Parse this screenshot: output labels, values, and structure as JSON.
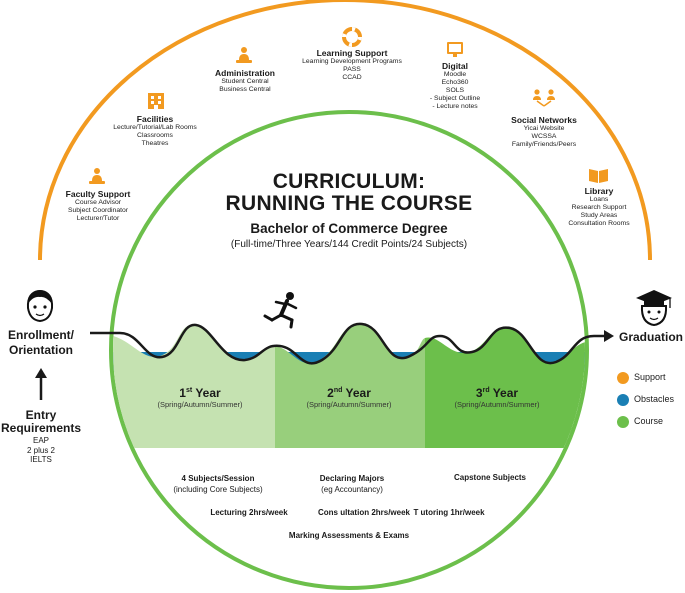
{
  "colors": {
    "support": "#f29a20",
    "obstacles": "#1a7fb4",
    "course": "#6cbf4b",
    "year1": "#c5e2b1",
    "year2": "#98cf7c",
    "year3": "#6cbf4b"
  },
  "title": {
    "line1": "CURRICULUM:",
    "line2": "RUNNING THE COURSE"
  },
  "degree": {
    "name": "Bachelor of Commerce Degree",
    "details": "(Full-time/Three Years/144 Credit Points/24 Subjects)"
  },
  "support": [
    {
      "icon": "person-pin-icon",
      "title": "Faculty Support",
      "lines": [
        "Course Advisor",
        "Subject Coordinator",
        "Lecturer/Tutor"
      ]
    },
    {
      "icon": "building-icon",
      "title": "Facilities",
      "lines": [
        "Lecture/Tutorial/Lab Rooms",
        "Classrooms",
        "Theatres"
      ]
    },
    {
      "icon": "person-pin-icon",
      "title": "Administration",
      "lines": [
        "Student Central",
        "Business Central"
      ]
    },
    {
      "icon": "lifebuoy-icon",
      "title": "Learning Support",
      "lines": [
        "Learning Development Programs",
        "PASS",
        "CCAD"
      ]
    },
    {
      "icon": "monitor-icon",
      "title": "Digital",
      "lines": [
        "Moodle",
        "Echo360",
        "SOLS",
        "- Subject Outline",
        "- Lecture notes"
      ]
    },
    {
      "icon": "people-network-icon",
      "title": "Social Networks",
      "lines": [
        "Yicai Website",
        "WCSSA",
        "Family/Friends/Peers"
      ]
    },
    {
      "icon": "book-icon",
      "title": "Library",
      "lines": [
        "Loans",
        "Research Support",
        "Study Areas",
        "Consultation Rooms"
      ]
    }
  ],
  "entry": {
    "enrollment_l1": "Enrollment/",
    "enrollment_l2": "Orientation",
    "req_l1": "Entry",
    "req_l2": "Requirements",
    "items": [
      "EAP",
      "2 plus 2",
      "IELTS"
    ]
  },
  "graduation": "Graduation",
  "years": [
    {
      "num": "1",
      "sup": "st",
      "word": "Year",
      "sessions": "(Spring/Autumn/Summer)"
    },
    {
      "num": "2",
      "sup": "nd",
      "word": "Year",
      "sessions": "(Spring/Autumn/Summer)"
    },
    {
      "num": "3",
      "sup": "rd",
      "word": "Year",
      "sessions": "(Spring/Autumn/Summer)"
    }
  ],
  "details": {
    "subjects_l1": "4 Subjects/Session",
    "subjects_l2": "(including Core Subjects)",
    "majors_l1": "Declaring Majors",
    "majors_l2": "(eg Accountancy)",
    "capstone": "Capstone Subjects",
    "lecturing": "Lecturing 2hrs/week",
    "consultation": "Cons ultation 2hrs/week",
    "tutoring": "T utoring 1hr/week",
    "marking": "Marking Assessments & Exams"
  },
  "legend": [
    {
      "label": "Support",
      "color": "#f29a20"
    },
    {
      "label": "Obstacles",
      "color": "#1a7fb4"
    },
    {
      "label": "Course",
      "color": "#6cbf4b"
    }
  ]
}
